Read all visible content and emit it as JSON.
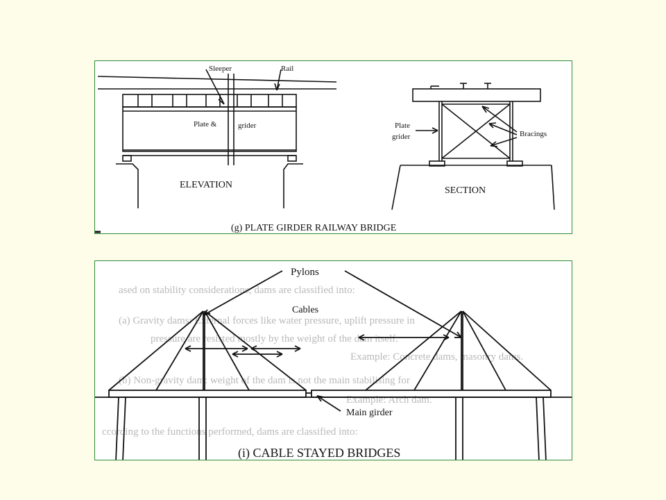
{
  "plate_girder": {
    "labels": {
      "sleeper": "Sleeper",
      "rail": "Rail",
      "plate_girder_left": "Plate &",
      "plate_girder_right": "grider",
      "elevation": "ELEVATION",
      "section": "SECTION",
      "plate_label_1": "Plate",
      "plate_label_2": "grider",
      "bracings": "Bracings",
      "caption": "(g) PLATE GIRDER RAILWAY BRIDGE"
    }
  },
  "cable_stayed": {
    "labels": {
      "pylons": "Pylons",
      "cables": "Cables",
      "main_girder": "Main girder",
      "caption": "(i) CABLE STAYED BRIDGES"
    },
    "background_text": [
      "ased on stability considerations, dams are classified into:",
      "(a)  Gravity dams: External forces like water pressure, uplift pressure in",
      "pressure are resisted mostly by the weight of the dam itself.",
      "Example: Concrete dams, masonry dams.",
      "(b)  Non-gravity dam: weight of the dam is not the main stabilising for",
      "Example: Arch dam.",
      "ccording to the functions performed, dams are classified into:"
    ]
  },
  "colors": {
    "background": "#fdfde9",
    "panel_border": "#2e8b3a",
    "ink": "#111111"
  }
}
